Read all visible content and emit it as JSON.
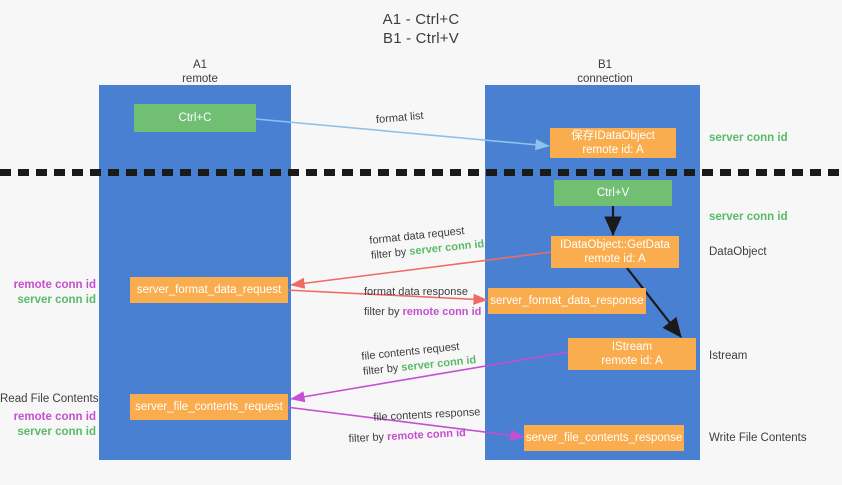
{
  "diagram": {
    "title_line1": "A1 - Ctrl+C",
    "title_line2": "B1 - Ctrl+V",
    "lanes": [
      {
        "id": "a1",
        "name": "A1",
        "role": "remote"
      },
      {
        "id": "b1",
        "name": "B1",
        "role": "connection"
      }
    ],
    "colors": {
      "lane": "#4a80d2",
      "node_green": "#70bf73",
      "node_orange": "#f9ad4e",
      "arrow_blue": "#8fc1ea",
      "arrow_red": "#ef6a64",
      "arrow_magenta": "#c44fd1",
      "arrow_black": "#1a1a1a",
      "text_server": "#5bb96a",
      "text_remote": "#c44fd1",
      "background": "#f7f7f7"
    },
    "nodes": {
      "ctrl_c": {
        "line1": "Ctrl+C",
        "line2": ""
      },
      "save_dataobject": {
        "line1": "保存IDataObject",
        "line2": "remote id: A"
      },
      "ctrl_v": {
        "line1": "Ctrl+V",
        "line2": ""
      },
      "getdata": {
        "line1": "IDataObject::GetData",
        "line2": "remote id: A"
      },
      "format_data_request": {
        "line1": "server_format_data_request",
        "line2": ""
      },
      "format_data_response": {
        "line1": "server_format_data_response",
        "line2": ""
      },
      "istream": {
        "line1": "IStream",
        "line2": "remote id: A"
      },
      "file_contents_request": {
        "line1": "server_file_contents_request",
        "line2": ""
      },
      "file_contents_response": {
        "line1": "server_file_contents_response",
        "line2": ""
      }
    },
    "edge_labels": {
      "format_list": "format list",
      "format_data_request": {
        "line1": "format data request",
        "prefix": "filter by ",
        "key": "server conn id"
      },
      "format_data_response": {
        "line1": "format data response",
        "prefix": "filter by ",
        "key": "remote conn id"
      },
      "file_contents_request": {
        "line1": "file contents request",
        "prefix": "filter by ",
        "key": "server conn id"
      },
      "file_contents_response": {
        "line1": "file contents response",
        "prefix": "filter by ",
        "key": "remote conn id"
      }
    },
    "right_annotations": {
      "server_conn_id_top": "server conn id",
      "server_conn_id_mid": "server conn id",
      "dataobject": "DataObject",
      "istream": "Istream",
      "write_file_contents": "Write File Contents"
    },
    "left_annotations": {
      "mid_remote": "remote conn id",
      "mid_server": "server conn id",
      "read_file_contents": "Read File Contents",
      "bottom_remote": "remote conn id",
      "bottom_server": "server conn id"
    }
  }
}
